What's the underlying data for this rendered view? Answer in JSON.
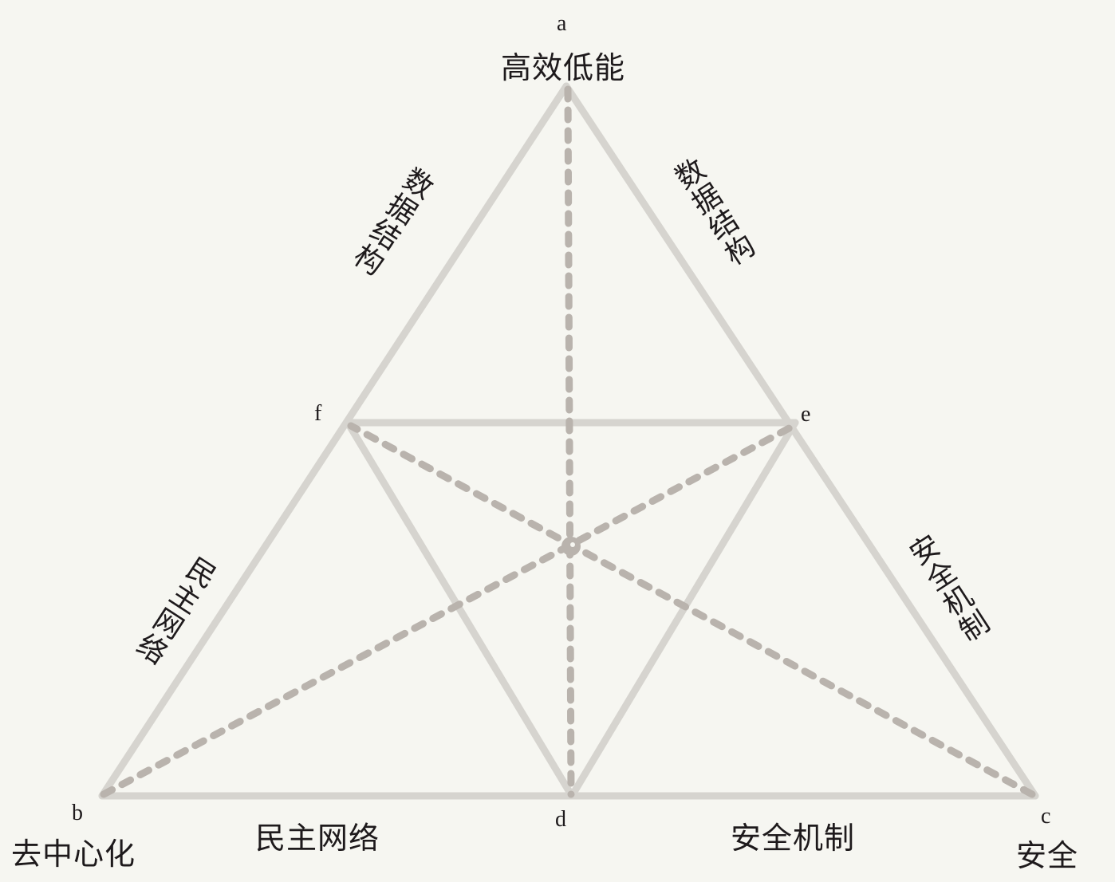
{
  "diagram": {
    "type": "triangle-concept-diagram",
    "colors": {
      "background": "#f6f6f1",
      "solid_line": "#d6d4cf",
      "dashed_line": "#b9b3ad",
      "text": "#1e1a1c"
    },
    "vertices": {
      "a": {
        "letter": "a",
        "label": "高效低能"
      },
      "b": {
        "letter": "b",
        "label": "去中心化"
      },
      "c": {
        "letter": "c",
        "label": "安全"
      },
      "d": {
        "letter": "d"
      },
      "e": {
        "letter": "e"
      },
      "f": {
        "letter": "f"
      }
    },
    "edge_labels": {
      "left_upper": "数据结构",
      "right_upper": "数据结构",
      "left_lower": "民主网络",
      "right_lower": "安全机制",
      "bottom_left": "民主网络",
      "bottom_right": "安全机制"
    }
  }
}
